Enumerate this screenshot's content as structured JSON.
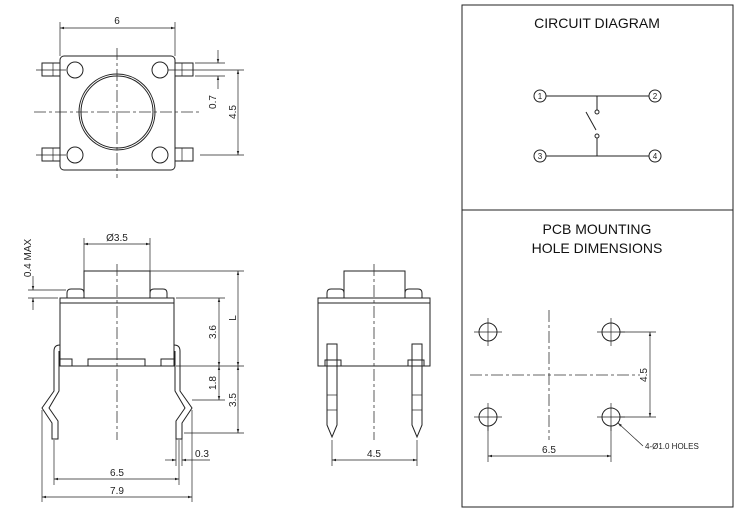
{
  "top_view": {
    "width_label": "6",
    "pin_width_label": "0.7",
    "pitch_label": "4.5"
  },
  "side_view": {
    "button_dia_label": "Ø3.5",
    "max_label": "0.4 MAX",
    "body_height_label": "3.6",
    "total_label": "L",
    "standoff_label": "1.8",
    "lead_label": "3.5",
    "lead_thickness_label": "0.3",
    "pitch_label": "6.5",
    "overall_label": "7.9"
  },
  "front_view": {
    "pitch_label": "4.5"
  },
  "circuit": {
    "title": "CIRCUIT DIAGRAM",
    "pins": [
      "1",
      "2",
      "3",
      "4"
    ]
  },
  "pcb": {
    "title_line1": "PCB MOUNTING",
    "title_line2": "HOLE DIMENSIONS",
    "vertical_label": "4.5",
    "horizontal_label": "6.5",
    "holes_label": "4-Ø1.0 HOLES"
  }
}
